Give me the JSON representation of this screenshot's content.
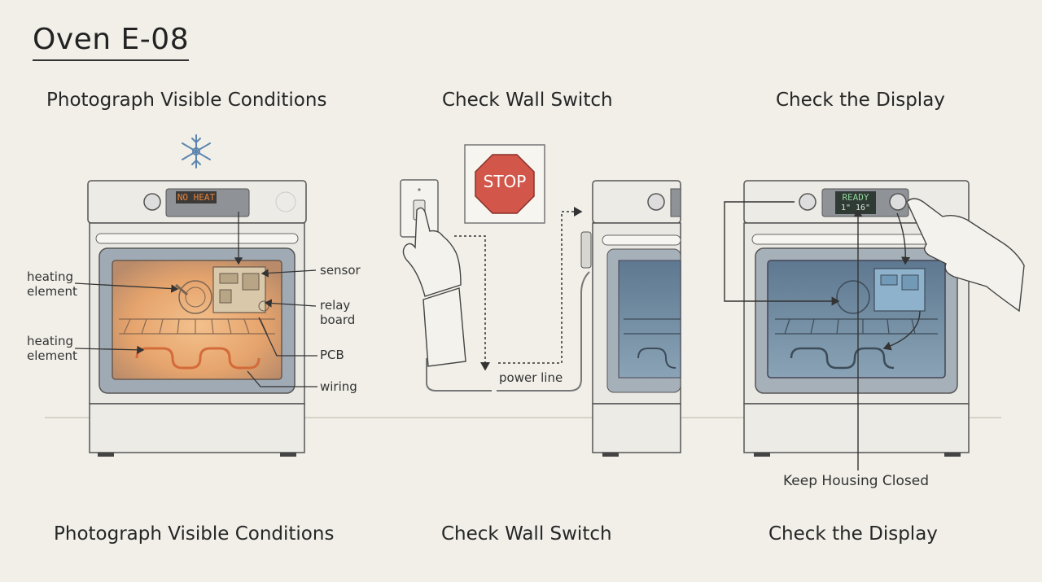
{
  "title": "Oven E-08",
  "top_headings": [
    "Photograph Visible Conditions",
    "Check Wall Switch",
    "Check the Display"
  ],
  "bottom_headings": [
    "Photograph Visible Conditions",
    "Check Wall Switch",
    "Check the Display"
  ],
  "panel1": {
    "display_text": "NO HEAT",
    "labels": {
      "heating_element_1": "heating\nelement",
      "heating_element_2": "heating\nelement",
      "sensor": "sensor",
      "relay_board": "relay\nboard",
      "pcb": "PCB",
      "wiring": "wiring"
    },
    "icon": "snowflake-icon"
  },
  "panel2": {
    "stop_sign": "STOP",
    "power_line": "power line"
  },
  "panel3": {
    "display_line1": "READY",
    "display_line2": "1\"  16\"",
    "caption": "Keep Housing Closed"
  },
  "colors": {
    "background": "#f1efe8",
    "stop_red": "#d2574a",
    "oven_glow": "#e9a86a",
    "display_orange": "#e8823a",
    "display_green": "#8fd49a",
    "blue_cavity": "#6d8aa3"
  }
}
